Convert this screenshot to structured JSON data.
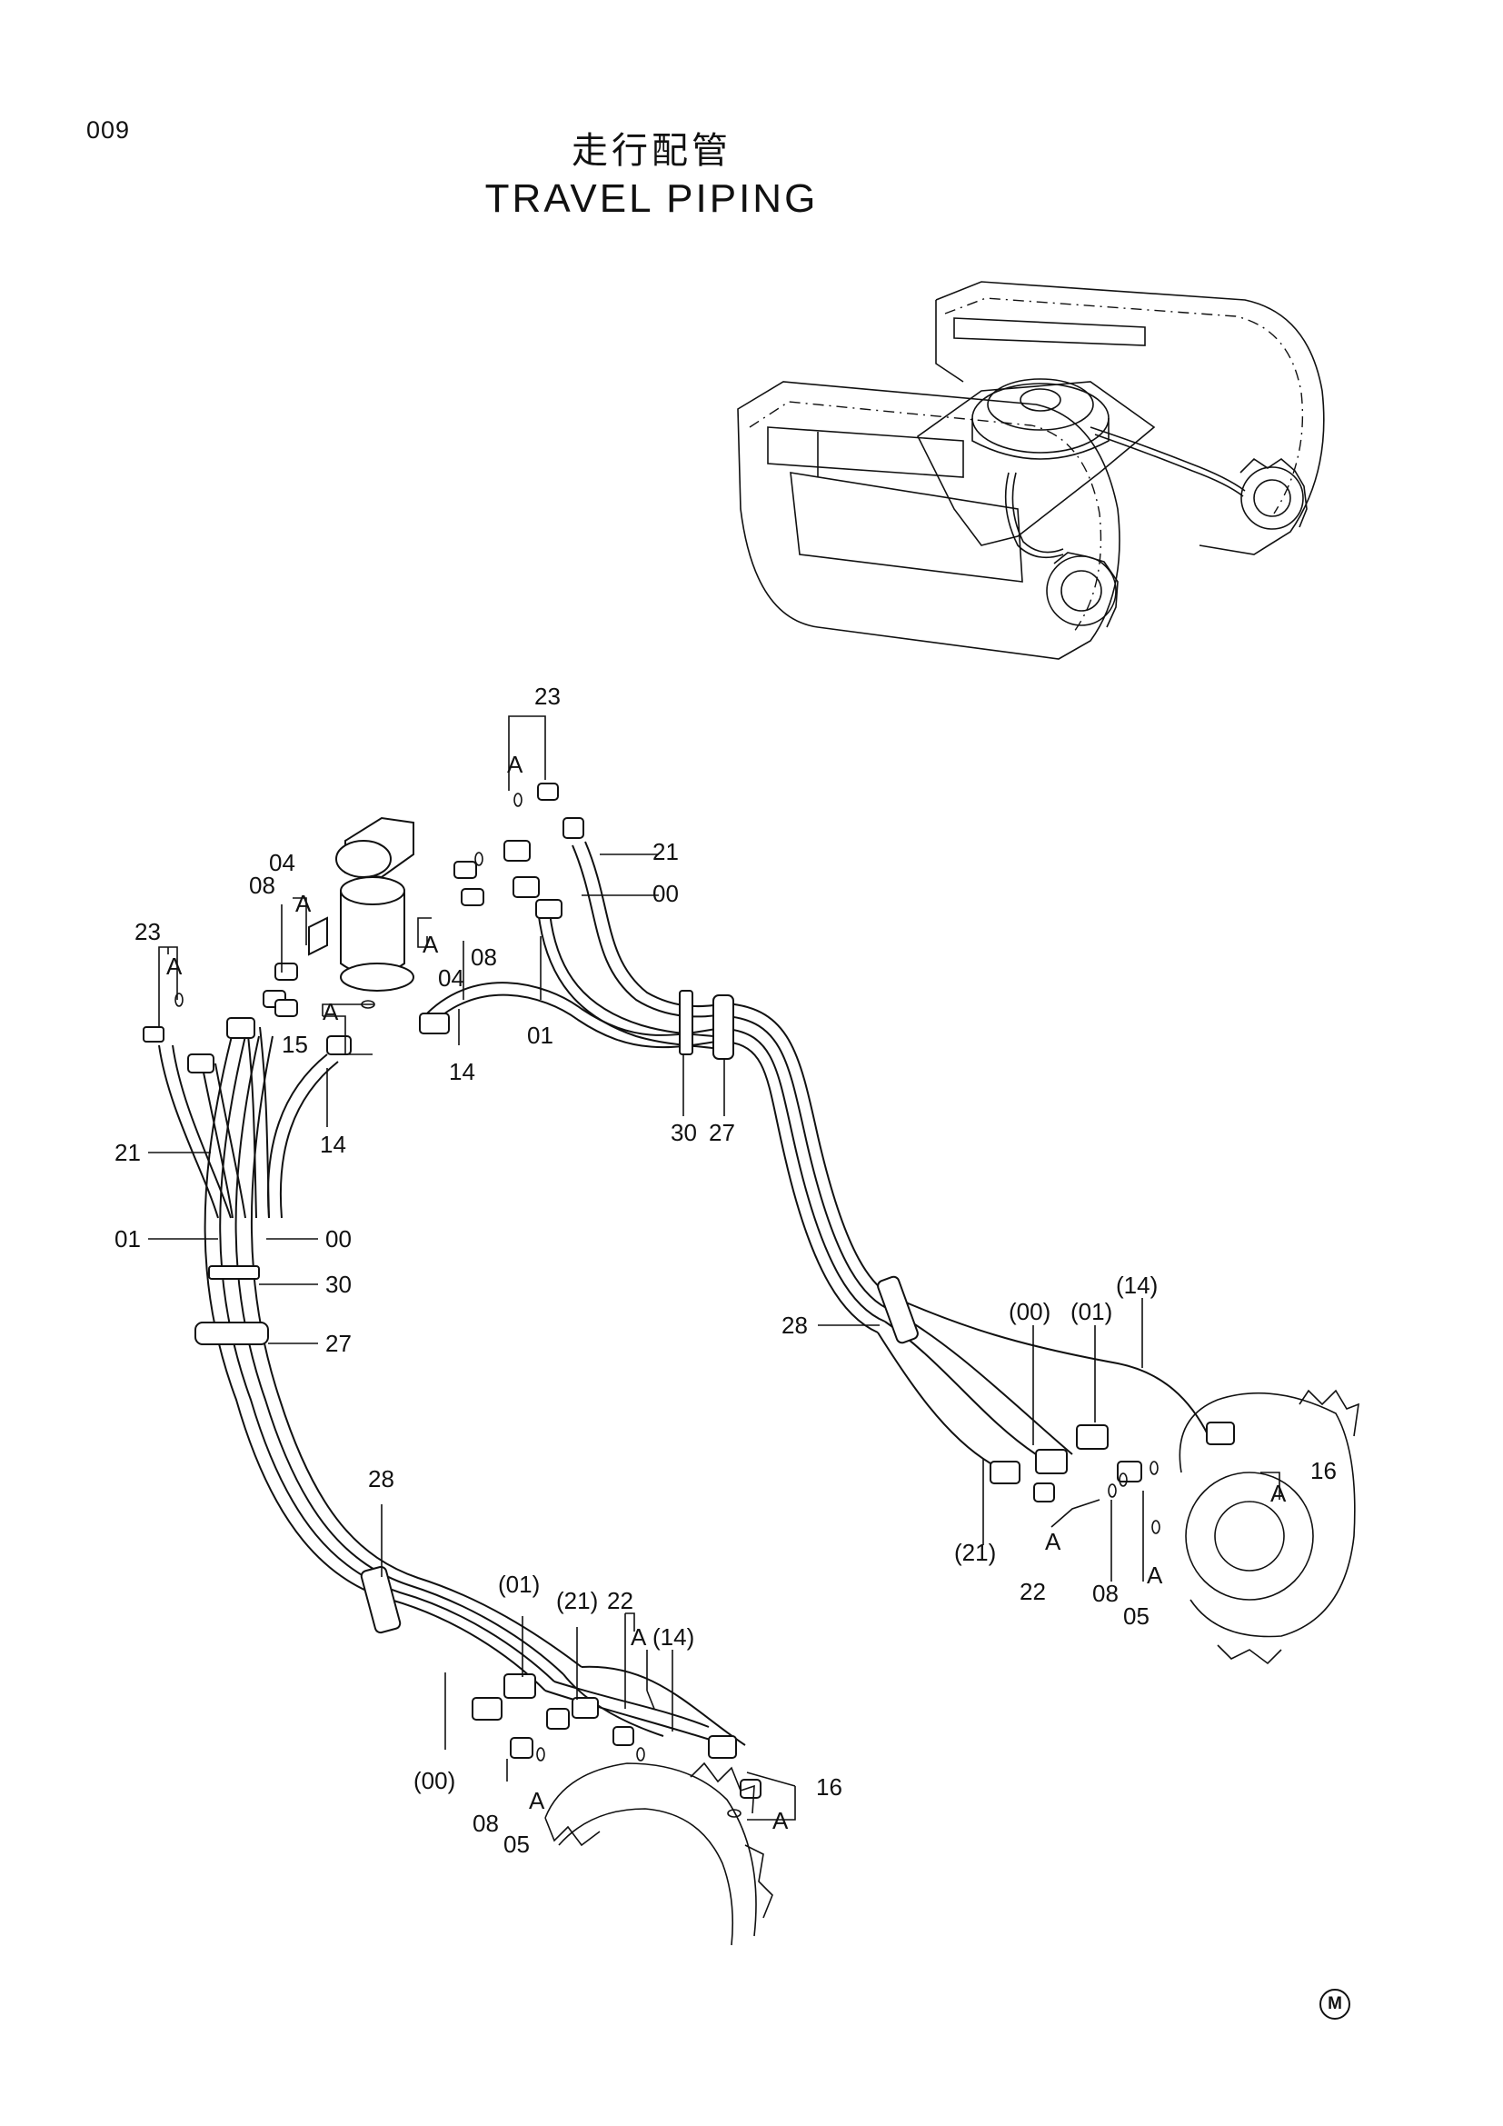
{
  "page_number": "009",
  "title_jp": "走行配管",
  "title_en": "TRAVEL PIPING",
  "corner_mark": "M",
  "labels": {
    "l23a": "23",
    "l_a1": "A",
    "l04a": "04",
    "l08a": "08",
    "l_a2": "A",
    "l21a": "21",
    "l00a": "00",
    "l23b": "23",
    "l_a3": "A",
    "l_a4": "A",
    "l04b": "04",
    "l08b": "08",
    "l01a": "01",
    "l15": "15",
    "l_a5": "A",
    "l14a": "14",
    "l14b": "14",
    "l30a": "30",
    "l27a": "27",
    "l21b": "21",
    "l01b": "01",
    "l00b": "00",
    "l30b": "30",
    "l27b": "27",
    "l28a": "28",
    "l00c": "(00)",
    "l01c": "(01)",
    "l14c": "(14)",
    "l16a": "16",
    "l_a6": "A",
    "l21c": "(21)",
    "l_a7": "A",
    "l22a": "22",
    "l08c": "08",
    "l05a": "05",
    "l_a8": "A",
    "l28b": "28",
    "l01d": "(01)",
    "l21d": "(21)",
    "l22b": "22",
    "l_a9": "A",
    "l14d": "(14)",
    "l00d": "(00)",
    "l08d": "08",
    "l05b": "05",
    "l_a10": "A",
    "l16b": "16",
    "l_a11": "A"
  }
}
